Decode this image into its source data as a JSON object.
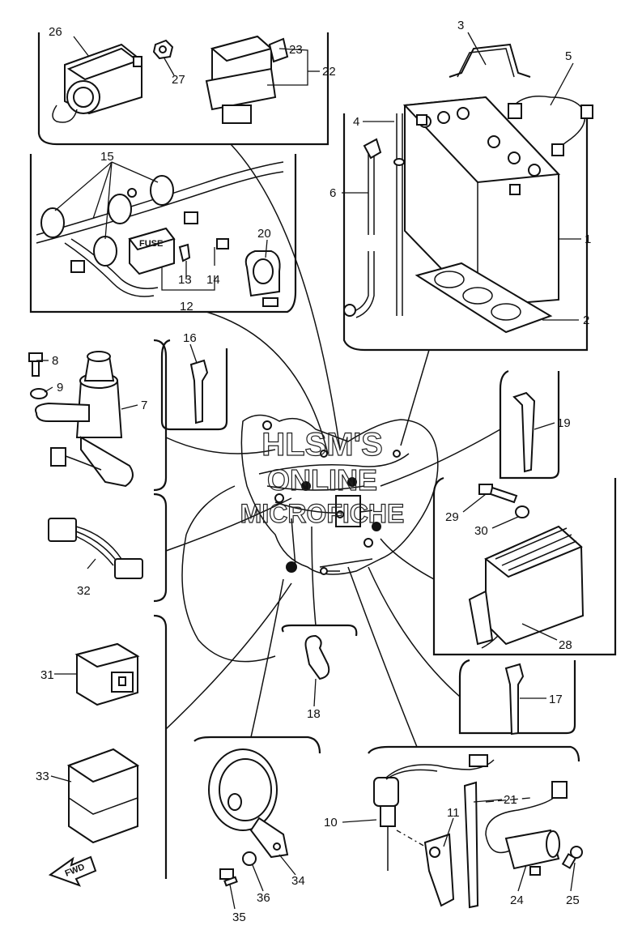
{
  "watermark": {
    "line1": "HLSM'S",
    "line2": "ONLINE",
    "line3": "MICROFICHE"
  },
  "fwd_label": "FWD",
  "callouts": {
    "p1": "1",
    "p2": "2",
    "p3": "3",
    "p4": "4",
    "p5": "5",
    "p6": "6",
    "p7": "7",
    "p8": "8",
    "p9": "9",
    "p10": "10",
    "p11": "11",
    "p12": "12",
    "p13": "13",
    "p14": "14",
    "p15": "15",
    "p16": "16",
    "p17": "17",
    "p18": "18",
    "p19": "19",
    "p20": "20",
    "p21": "21",
    "p22": "22",
    "p23": "23",
    "p24": "24",
    "p25": "25",
    "p26": "26",
    "p27": "27",
    "p28": "28",
    "p29": "29",
    "p30": "30",
    "p31": "31",
    "p32": "32",
    "p33": "33",
    "p34": "34",
    "p35": "35",
    "p36": "36"
  },
  "fuse_text": "FUSE"
}
